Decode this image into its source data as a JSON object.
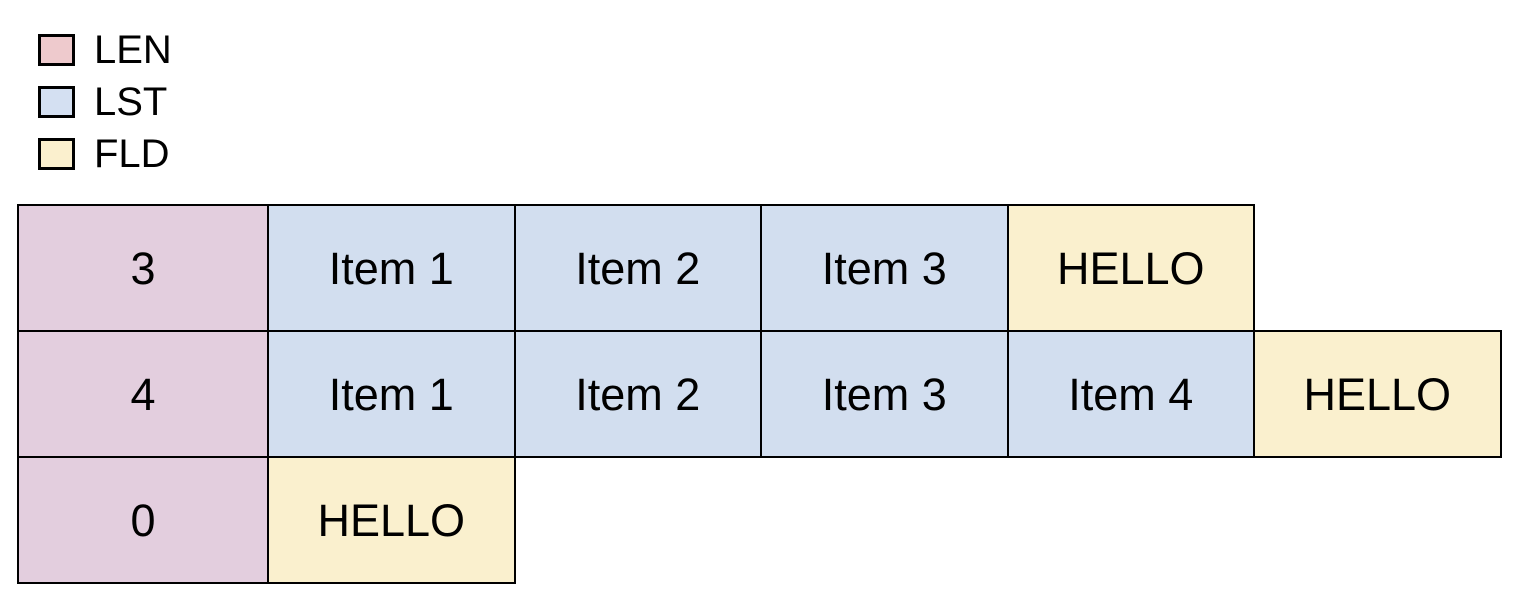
{
  "legend": {
    "items": [
      {
        "label": "LEN",
        "color": "#eecacd"
      },
      {
        "label": "LST",
        "color": "#d4e0f2"
      },
      {
        "label": "FLD",
        "color": "#fbf0ce"
      }
    ]
  },
  "diagram": {
    "colors": {
      "LEN": "#e3cede",
      "LST": "#d2deef",
      "FLD": "#faf0ce"
    },
    "border_color": "#000000",
    "rows": [
      {
        "cells": [
          {
            "type": "LEN",
            "text": "3"
          },
          {
            "type": "LST",
            "text": "Item 1"
          },
          {
            "type": "LST",
            "text": "Item 2"
          },
          {
            "type": "LST",
            "text": "Item 3"
          },
          {
            "type": "FLD",
            "text": "HELLO"
          }
        ]
      },
      {
        "cells": [
          {
            "type": "LEN",
            "text": "4"
          },
          {
            "type": "LST",
            "text": "Item 1"
          },
          {
            "type": "LST",
            "text": "Item 2"
          },
          {
            "type": "LST",
            "text": "Item 3"
          },
          {
            "type": "LST",
            "text": "Item 4"
          },
          {
            "type": "FLD",
            "text": "HELLO"
          }
        ]
      },
      {
        "cells": [
          {
            "type": "LEN",
            "text": "0"
          },
          {
            "type": "FLD",
            "text": "HELLO"
          }
        ]
      }
    ]
  }
}
